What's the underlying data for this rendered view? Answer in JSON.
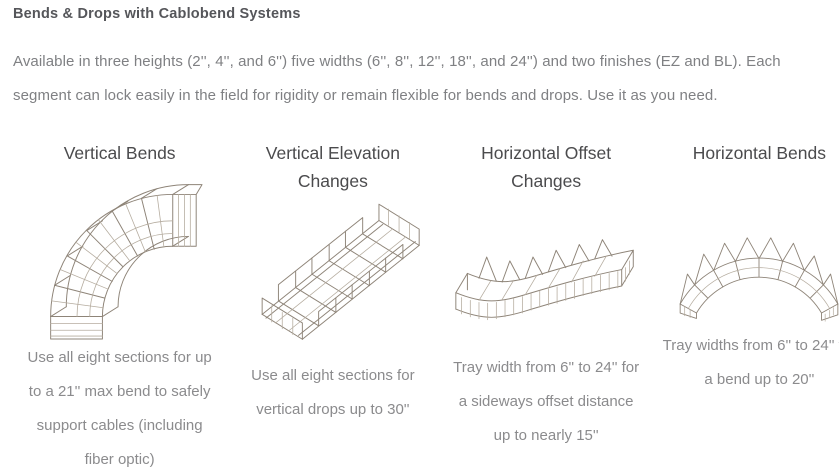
{
  "header": {
    "title": "Bends & Drops with Cablobend Systems"
  },
  "intro": {
    "text": "Available in three heights (2'', 4'', and 6'') five widths (6'', 8'', 12'', 18'', and 24'') and two finishes (EZ and BL). Each segment can lock easily in the field for rigidity or remain flexible for bends and drops. Use it as you need."
  },
  "columns": [
    {
      "title": "Vertical Bends",
      "caption": "Use all eight sections for up to a 21'' max bend to safely support cables (including fiber optic)",
      "illustration": "vertical-bend-wireframe-tray"
    },
    {
      "title": "Vertical Elevation Changes",
      "caption": "Use all eight sections for vertical drops up to 30''",
      "illustration": "sloped-wireframe-tray"
    },
    {
      "title": "Horizontal Offset Changes",
      "caption": "Tray width from 6'' to 24'' for a sideways offset distance up to nearly 15''",
      "illustration": "s-curve-wireframe-tray"
    },
    {
      "title": "Horizontal Bends",
      "caption": "Tray widths from 6'' to 24'' for a bend up to 20''",
      "illustration": "fan-arc-wireframe-tray"
    }
  ],
  "colors": {
    "heading": "#55565a",
    "column_title": "#4b4b4d",
    "body_text": "#7f8083",
    "caption_text": "#8b8b8d",
    "line_art": "#8e8478"
  }
}
